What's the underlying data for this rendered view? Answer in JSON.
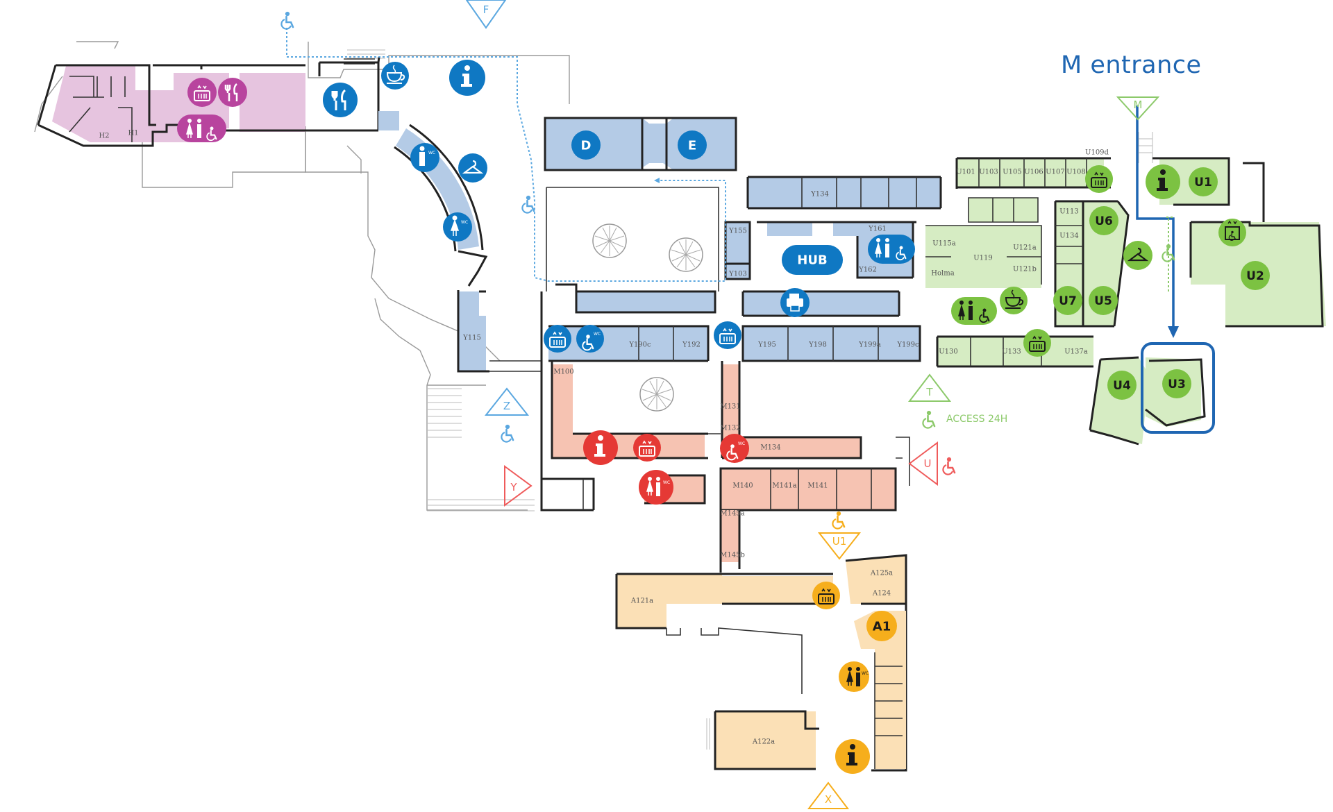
{
  "callout": {
    "label": "M entrance",
    "color": "#1f66b2"
  },
  "colors": {
    "wing_pink": "#e6c4df",
    "icon_pink": "#b8449e",
    "wing_blue": "#b4cbe6",
    "icon_blue": "#0f78c3",
    "wing_green": "#d6ecc3",
    "icon_green": "#7cc242",
    "wing_red": "#f6c3b2",
    "icon_red": "#e53935",
    "wing_orange": "#fbe0b6",
    "icon_orange": "#f6ae1c",
    "highlight": "#1f66b2"
  },
  "entrances": [
    {
      "id": "F",
      "label": "F",
      "color": "#5aa7e0"
    },
    {
      "id": "M",
      "label": "M",
      "color": "#8cc96a"
    },
    {
      "id": "Z",
      "label": "Z",
      "color": "#5aa7e0"
    },
    {
      "id": "Y",
      "label": "Y",
      "color": "#ef5b5b"
    },
    {
      "id": "T",
      "label": "T",
      "color": "#8cc96a"
    },
    {
      "id": "U",
      "label": "U",
      "color": "#ef5b5b"
    },
    {
      "id": "U1",
      "label": "U1",
      "color": "#f6ae1c"
    },
    {
      "id": "X",
      "label": "X",
      "color": "#f6ae1c"
    }
  ],
  "access_note": "ACCESS 24H",
  "halls": {
    "D": "D",
    "E": "E",
    "HUB": "HUB",
    "U1": "U1",
    "U2": "U2",
    "U3": "U3",
    "U4": "U4",
    "U5": "U5",
    "U6": "U6",
    "U7": "U7",
    "A1": "A1"
  },
  "rooms": {
    "H1": "H1",
    "H2": "H2",
    "Y115": "Y115",
    "Y134": "Y134",
    "Y155": "Y155",
    "Y103": "Y103",
    "Y161": "Y161",
    "Y162": "Y162",
    "Y190c": "Y190c",
    "Y192": "Y192",
    "Y195": "Y195",
    "Y198": "Y198",
    "Y199a": "Y199a",
    "Y199c": "Y199c",
    "U101": "U101",
    "U103": "U103",
    "U105": "U105",
    "U106": "U106",
    "U107": "U107",
    "U108": "U108",
    "U109d": "U109d",
    "U113": "U113",
    "U134": "U134",
    "U115a": "U115a",
    "U119": "U119",
    "U121a": "U121a",
    "U121b": "U121b",
    "Holma": "Holma",
    "U130": "U130",
    "U133": "U133",
    "U137a": "U137a",
    "M100": "M100",
    "M131": "M131",
    "M132": "M132",
    "M134": "M134",
    "M140": "M140",
    "M141a": "M141a",
    "M141": "M141",
    "M145a": "M145a",
    "M145b": "M145b",
    "A121a": "A121a",
    "A125a": "A125a",
    "A124": "A124",
    "A122a": "A122a"
  }
}
